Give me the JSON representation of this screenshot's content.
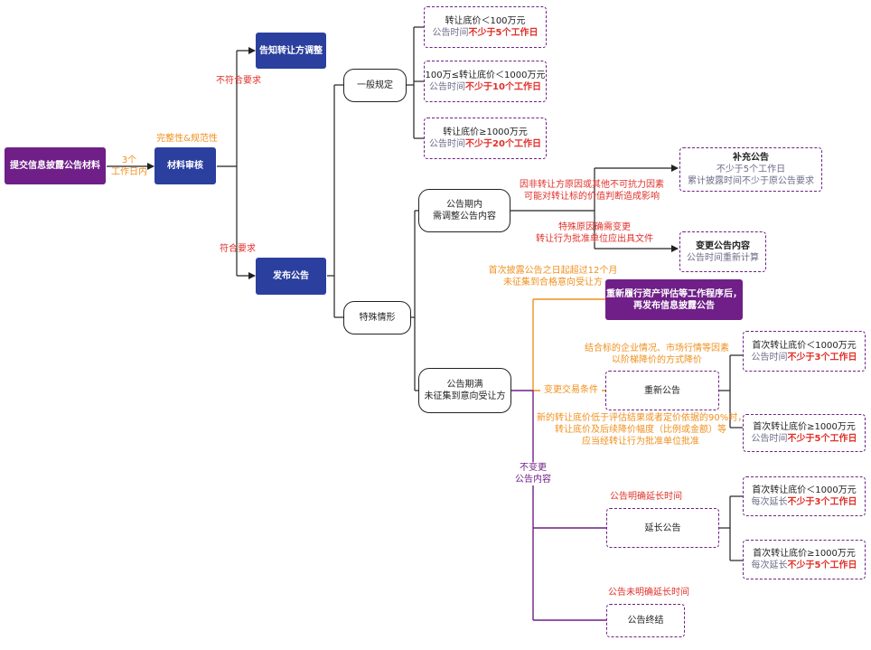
{
  "nodes": {
    "submit": "提交信息披露公告材料",
    "review": "材料审核",
    "notify": "告知转让方调整",
    "publish": "发布公告",
    "general": "一般规定",
    "g1": {
      "line1": "转让底价＜100万元",
      "pre": "公告时间",
      "red": "不少于5个工作日"
    },
    "g2": {
      "line1": "100万≤转让底价＜1000万元",
      "pre": "公告时间",
      "red": "不少于10个工作日"
    },
    "g3": {
      "line1": "转让底价≥1000万元",
      "pre": "公告时间",
      "red": "不少于20个工作日"
    },
    "special": "特殊情形",
    "adjust": {
      "line1": "公告期内",
      "line2": "需调整公告内容"
    },
    "supplement": {
      "line1": "补充公告",
      "line2": "不少于5个工作日",
      "line3": "累计披露时间不少于原公告要求"
    },
    "change": {
      "line1": "变更公告内容",
      "line2": "公告时间重新计算"
    },
    "expired": {
      "line1": "公告期满",
      "line2": "未征集到意向受让方"
    },
    "reeval": {
      "line1": "重新履行资产评估等工作程序后，",
      "line2": "再发布信息披露公告"
    },
    "renew": "重新公告",
    "r1": {
      "line1": "首次转让底价＜1000万元",
      "pre": "公告时间",
      "red": "不少于3个工作日"
    },
    "r2": {
      "line1": "首次转让底价≥1000万元",
      "pre": "公告时间",
      "red": "不少于5个工作日"
    },
    "extend": "延长公告",
    "e1": {
      "line1": "首次转让底价＜1000万元",
      "pre": "每次延长",
      "red": "不少于3个工作日"
    },
    "e2": {
      "line1": "首次转让底价≥1000万元",
      "pre": "每次延长",
      "red": "不少于5个工作日"
    },
    "end": "公告终结"
  },
  "labels": {
    "days3": {
      "line1": "3个",
      "line2": "工作日内"
    },
    "integrity": "完整性&规范性",
    "noncompliant": "不符合要求",
    "compliant": "符合要求",
    "force": {
      "line1": "因非转让方原因或其他不可抗力因素",
      "line2": "可能对转让标的价值判断造成影响"
    },
    "special_change": {
      "line1": "特殊原因确需变更",
      "line2": "转让行为批准单位应出具文件"
    },
    "twelve": {
      "line1": "首次披露公告之日起超过12个月",
      "line2": "未征集到合格意向受让方"
    },
    "market": {
      "line1": "结合标的企业情况、市场行情等因素",
      "line2": "以阶梯降价的方式降价"
    },
    "change_terms": "变更交易条件",
    "ninety": {
      "line1": "新的转让底价低于评估结果或者定价依据的90%时，",
      "line2": "转让底价及后续降价幅度（比例或金额）等",
      "line3": "应当经转让行为批准单位批准"
    },
    "no_change": {
      "line1": "不变更",
      "line2": "公告内容"
    },
    "ext_defined": "公告明确延长时间",
    "ext_undefined": "公告未明确延长时间"
  },
  "colors": {
    "purple": "#6f1f87",
    "blue": "#2b3f9e",
    "orange": "#f0901e",
    "red": "#e0302a",
    "gray": "#6c6c8a"
  }
}
